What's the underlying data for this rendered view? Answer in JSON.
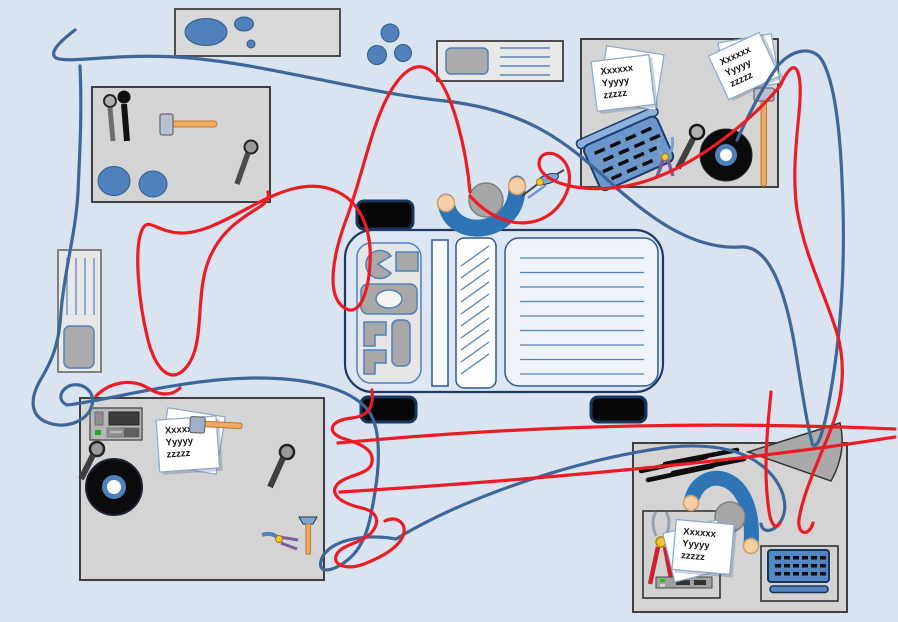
{
  "note": {
    "line1": "Xxxxxx",
    "line2": "Yyyyy",
    "line3": "zzzzz"
  },
  "colors": {
    "background": "#dae3f0",
    "panel_fill": "#d4d4d4",
    "panel_border": "#3f3f3f",
    "card_fill": "#e8e8e8",
    "accent_blue": "#4f81bd",
    "machine_outline": "#1f3864",
    "travel_path_red": "#ec1c24",
    "travel_path_blue": "#3d6699",
    "person_body": "#2e75b6",
    "person_head": "#a6a6a6",
    "hand_skin": "#f6cfa6",
    "handle_tan": "#f0a95f",
    "record_black": "#0b0b0b"
  },
  "icons": {
    "speech-bubbles": "ellipses",
    "id-card": "card-with-lines",
    "worker": "top-view-person",
    "compass-tool": "divider",
    "crate": "blue-basket",
    "vinyl-record": "disc",
    "wrench": "hex-wrench",
    "mallet": "tan-handle-hammer",
    "pliers": "crossed-pliers",
    "radio-device": "gray-box",
    "keyboard": "blue-key-grid",
    "cone": "gray-fan",
    "raw-bars": "black-sticks"
  }
}
